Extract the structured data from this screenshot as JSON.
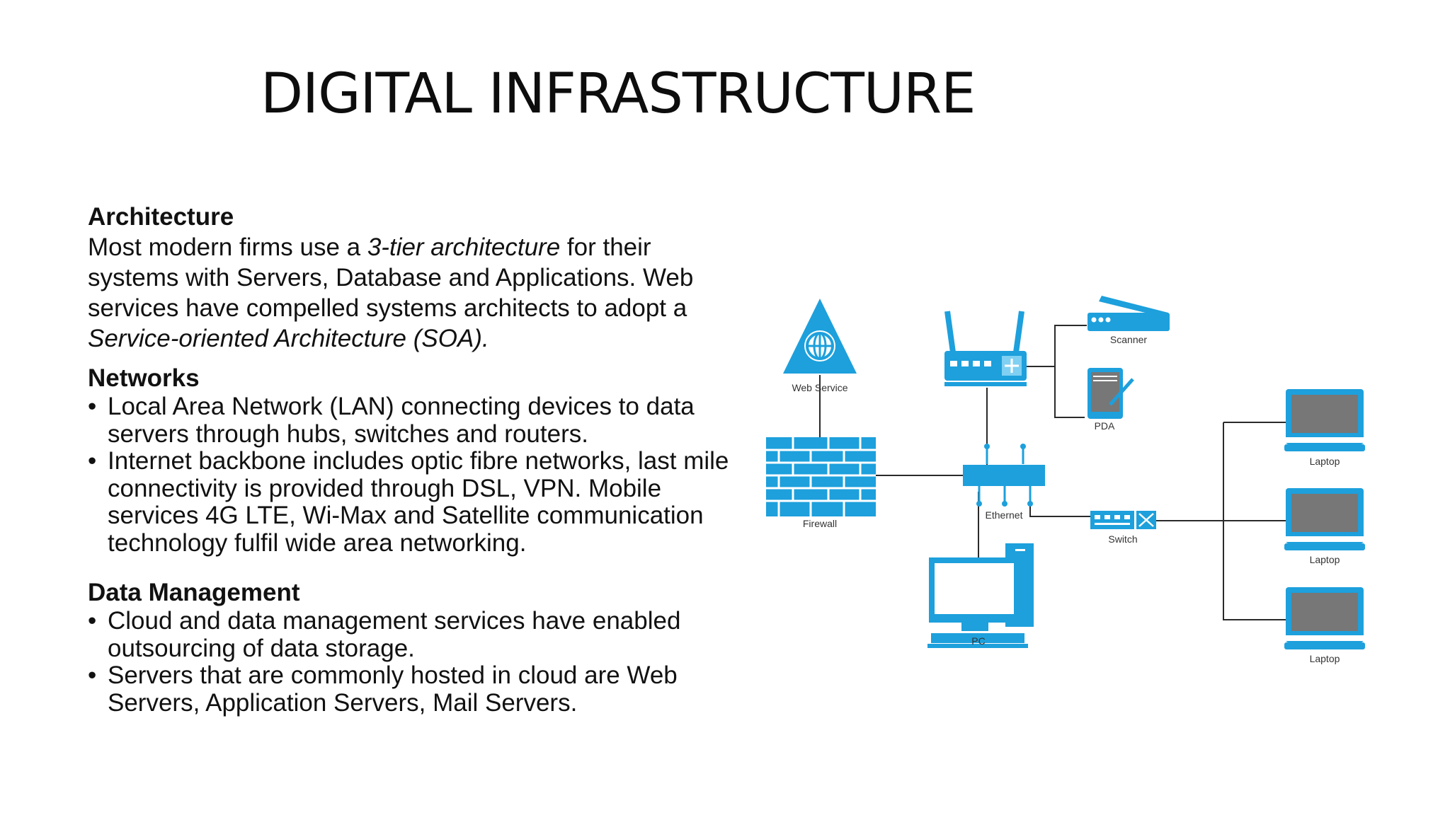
{
  "slide": {
    "title": "DIGITAL INFRASTRUCTURE",
    "architecture": {
      "heading": "Architecture",
      "text_1": "Most modern firms use a ",
      "text_italic": "3-tier architecture",
      "text_2": " for their systems with Servers, Database and Applications. Web services have compelled systems architects to adopt a ",
      "text_italic_2": "Service-oriented Architecture (SOA)."
    },
    "networks": {
      "heading": "Networks",
      "bullets": [
        "Local Area Network (LAN) connecting devices to data servers through hubs, switches and routers.",
        "Internet backbone includes optic fibre networks, last mile connectivity is provided through DSL, VPN. Mobile services 4G LTE, Wi-Max and Satellite communication technology fulfil wide area networking."
      ]
    },
    "data_management": {
      "heading": "Data Management",
      "bullets": [
        "Cloud and data management services have enabled outsourcing of data storage.",
        "Servers that are commonly hosted in cloud are Web Servers, Application Servers, Mail Servers."
      ]
    }
  },
  "diagram": {
    "accent_color": "#1da0dc",
    "labels": {
      "web_service": "Web Service",
      "firewall": "Firewall",
      "scanner": "Scanner",
      "pda": "PDA",
      "ethernet": "Ethernet",
      "switch": "Switch",
      "pc": "PC",
      "laptop_1": "Laptop",
      "laptop_2": "Laptop",
      "laptop_3": "Laptop"
    },
    "icons": [
      "web-service-icon",
      "router-icon",
      "scanner-icon",
      "pda-icon",
      "firewall-icon",
      "ethernet-hub-icon",
      "switch-icon",
      "pc-icon",
      "laptop-icon"
    ]
  }
}
